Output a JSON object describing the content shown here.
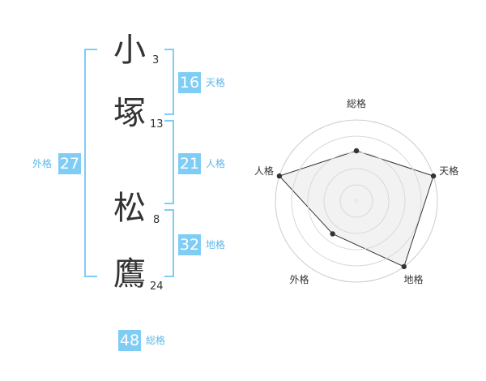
{
  "name": {
    "characters": [
      {
        "char": "小",
        "strokes": "3"
      },
      {
        "char": "塚",
        "strokes": "13"
      },
      {
        "char": "松",
        "strokes": "8"
      },
      {
        "char": "鷹",
        "strokes": "24"
      }
    ]
  },
  "fortunes": {
    "tenkaku": {
      "value": "16",
      "label": "天格"
    },
    "jinkaku": {
      "value": "21",
      "label": "人格"
    },
    "chikaku": {
      "value": "32",
      "label": "地格"
    },
    "gaikaku": {
      "value": "27",
      "label": "外格"
    },
    "soukaku": {
      "value": "48",
      "label": "総格"
    }
  },
  "colors": {
    "accent": "#7fcdf5",
    "accent_text": "#5fb8e8",
    "polygon_fill": "#f0f0f0",
    "grid": "#cccccc"
  },
  "chart_data": {
    "type": "radar",
    "axes": [
      "総格",
      "天格",
      "地格",
      "外格",
      "人格"
    ],
    "max": 5,
    "rings": 5,
    "values": [
      3.1,
      5.0,
      5.0,
      2.5,
      5.0
    ]
  }
}
